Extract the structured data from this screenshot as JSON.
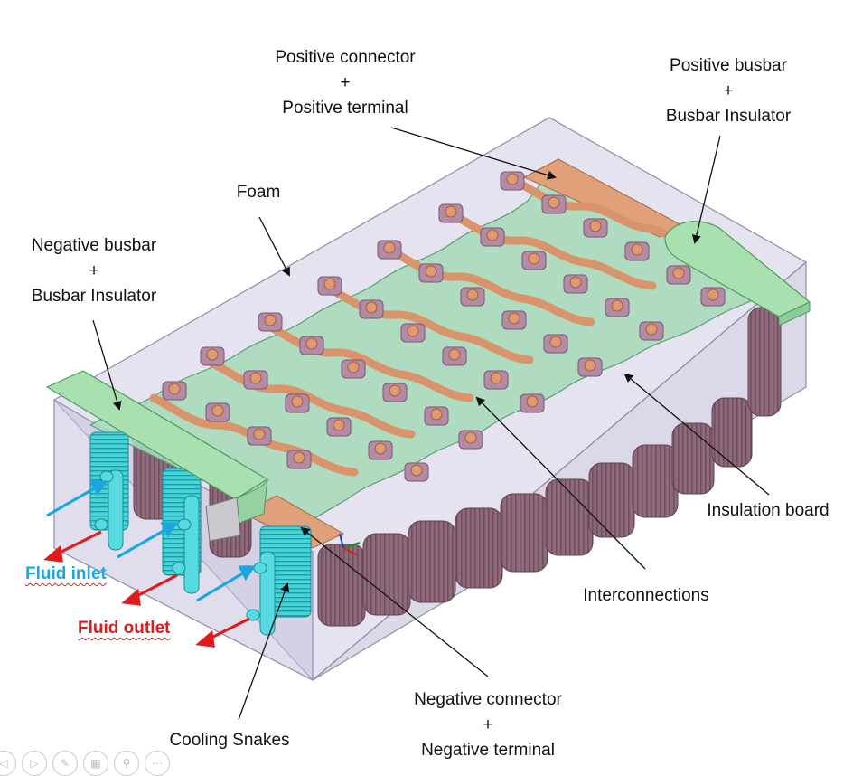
{
  "labels": {
    "positive_connector": [
      "Positive connector",
      "+",
      "Positive terminal"
    ],
    "positive_busbar": [
      "Positive busbar",
      "+",
      "Busbar Insulator"
    ],
    "foam": "Foam",
    "negative_busbar": [
      "Negative busbar",
      "+",
      "Busbar Insulator"
    ],
    "insulation_board": "Insulation board",
    "interconnections": "Interconnections",
    "negative_connector": [
      "Negative connector",
      "+",
      "Negative terminal"
    ],
    "cooling_snakes": "Cooling Snakes",
    "fluid_inlet": "Fluid inlet",
    "fluid_outlet": "Fluid outlet"
  },
  "colors": {
    "inlet": "#1aa7e0",
    "outlet": "#e01b1b",
    "housing_fill": "#c9c6dd",
    "foam_green": "#a7d7b8",
    "copper": "#d9946b",
    "cell_body": "#8d6b7a",
    "cooling": "#38d0d6",
    "busbar_green": "#a8e0b0"
  },
  "toolbar_icons": [
    "back-icon",
    "play-icon",
    "pen-icon",
    "slides-icon",
    "zoom-icon",
    "more-icon"
  ]
}
